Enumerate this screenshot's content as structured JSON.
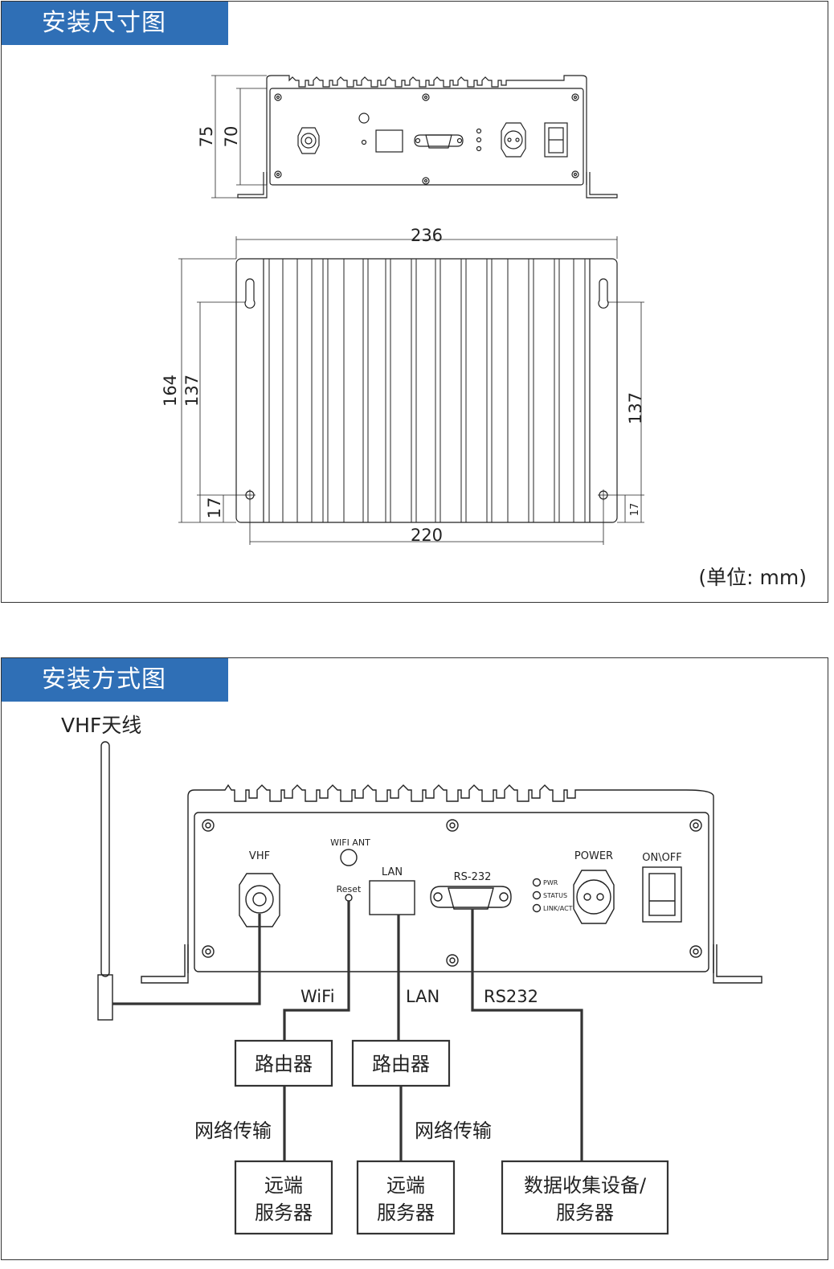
{
  "dimension_section": {
    "title": "安装尺寸图",
    "front_height_outer": "75",
    "front_height_inner": "70",
    "top_width_outer": "236",
    "top_width_inner": "220",
    "top_depth_outer": "164",
    "hole_spacing_left": "137",
    "hole_spacing_right": "137",
    "hole_offset_left": "17",
    "hole_offset_right": "17",
    "unit_note": "(单位: mm)"
  },
  "install_section": {
    "title": "安装方式图",
    "antenna_label": "VHF天线",
    "panel_labels": {
      "vhf": "VHF",
      "wifi_ant": "WIFI ANT",
      "reset": "Reset",
      "lan": "LAN",
      "rs232": "RS-232",
      "power": "POWER",
      "on_off": "ON\\OFF",
      "led_pwr": "PWR",
      "led_status": "STATUS",
      "led_link": "LINK/ACT"
    },
    "connections": {
      "wifi": "WiFi",
      "lan": "LAN",
      "rs232": "RS232"
    },
    "router_left": "路由器",
    "router_mid": "路由器",
    "network_left": "网络传输",
    "network_mid": "网络传输",
    "server_left_line1": "远端",
    "server_left_line2": "服务器",
    "server_mid_line1": "远端",
    "server_mid_line2": "服务器",
    "data_box_line1": "数据收集设备/",
    "data_box_line2": "服务器"
  }
}
